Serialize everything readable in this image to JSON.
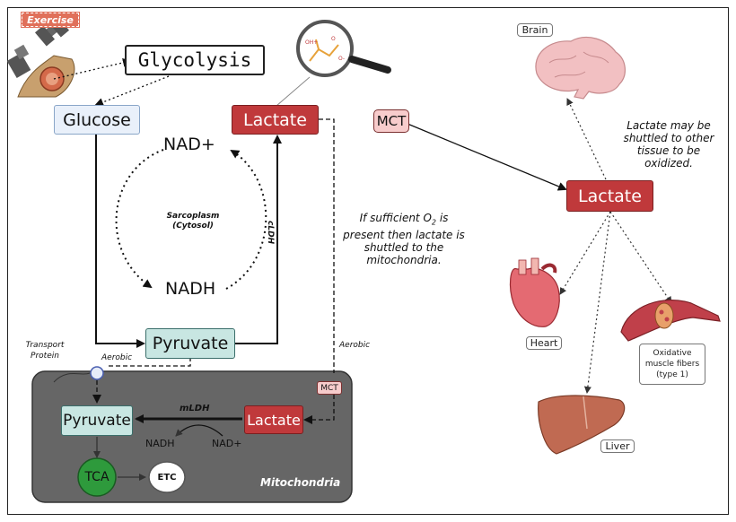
{
  "exercise_label": "Exercise",
  "glycolysis_label": "Glycolysis",
  "glucose_label": "Glucose",
  "lactate_cytosol_label": "Lactate",
  "nad_plus_label": "NAD+",
  "nadh_label": "NADH",
  "sarcoplasm_line1": "Sarcoplasm",
  "sarcoplasm_line2": "(Cytosol)",
  "cldh_label": "cLDH",
  "pyruvate_cytosol_label": "Pyruvate",
  "transport_protein_line1": "Transport",
  "transport_protein_line2": "Protein",
  "aerobic_left_label": "Aerobic",
  "aerobic_right_label": "Aerobic",
  "mct_top_label": "MCT",
  "mct_mito_label": "MCT",
  "sufficient_o2_line1_pre": "If sufficient O",
  "sufficient_o2_sub": "2",
  "sufficient_o2_line1_post": " is",
  "sufficient_o2_line2": "present then lactate is",
  "sufficient_o2_line3": "shuttled to the",
  "sufficient_o2_line4": "mitochondria.",
  "lactate_blood_label": "Lactate",
  "shuttle_note_line1": "Lactate may be",
  "shuttle_note_line2": "shuttled to other",
  "shuttle_note_line3": "tissue to be",
  "shuttle_note_line4": "oxidized.",
  "brain_label": "Brain",
  "heart_label": "Heart",
  "liver_label": "Liver",
  "oxidative_line1": "Oxidative",
  "oxidative_line2": "muscle fibers",
  "oxidative_line3": "(type 1)",
  "mito_pyruvate_label": "Pyruvate",
  "mito_lactate_label": "Lactate",
  "mldh_label": "mLDH",
  "mito_nadh_label": "NADH",
  "mito_nad_plus_label": "NAD+",
  "tca_label": "TCA",
  "etc_label": "ETC",
  "mitochondria_label": "Mitochondria",
  "molecule_oh_label": "OH+",
  "molecule_o_top_label": "O",
  "molecule_o_bottom_label": "O-",
  "colors": {
    "lactate_red": "#c0393b",
    "pyruvate_teal": "#c8e6e2",
    "glucose_blue": "#e9f0fa",
    "mct_pink": "#f7cccc",
    "mitochondria_gray": "#666666",
    "tca_green": "#2e9a3c"
  }
}
